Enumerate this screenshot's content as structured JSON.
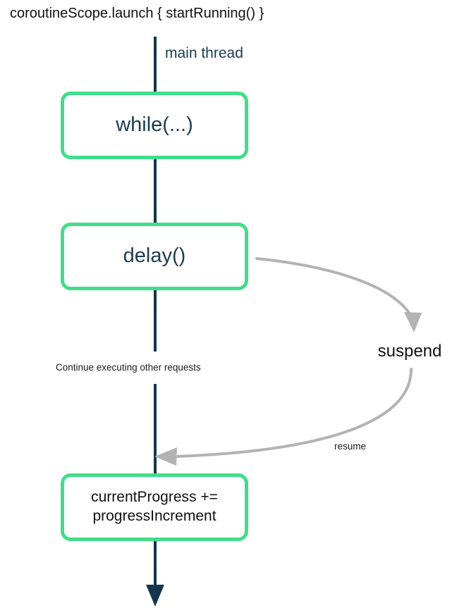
{
  "diagram": {
    "title": "coroutineScope.launch { startRunning() }",
    "thread_label": "main thread",
    "continue_label": "Continue executing other requests",
    "suspend_label": "suspend",
    "resume_label": "resume",
    "nodes": [
      {
        "id": "while",
        "label": "while(...)"
      },
      {
        "id": "delay",
        "label": "delay()"
      },
      {
        "id": "progress",
        "label": "currentProgress +=\nprogressIncrement"
      }
    ],
    "colors": {
      "node_border": "#41dd8a",
      "node_fill": "#ffffff",
      "thread_line": "#14354b",
      "suspend_arrow": "#b3b3b3",
      "text_dark": "#111111",
      "text_navy": "#1a3c50",
      "background": "#ffffff"
    }
  }
}
